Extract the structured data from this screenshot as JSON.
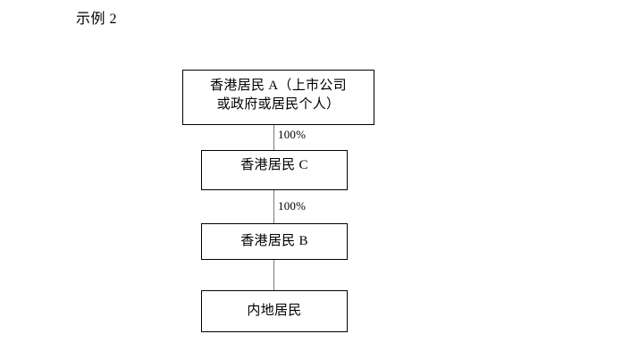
{
  "page": {
    "title": "示例 2",
    "background_color": "#ffffff",
    "text_color": "#000000"
  },
  "diagram": {
    "type": "ownership-chain-flowchart",
    "box_border_color": "#000000",
    "box_fill_color": "#ffffff",
    "connector_color": "#7a7a7a",
    "nodes": [
      {
        "id": "node-a",
        "label": "香港居民 A（上市公司\n或政府或居民个人）",
        "lines": [
          "香港居民 A（上市公司",
          "或政府或居民个人）"
        ]
      },
      {
        "id": "node-c",
        "label": "香港居民 C",
        "lines": [
          "香港居民 C"
        ]
      },
      {
        "id": "node-b",
        "label": "香港居民 B",
        "lines": [
          "香港居民 B"
        ]
      },
      {
        "id": "node-m",
        "label": "内地居民",
        "lines": [
          "内地居民"
        ]
      }
    ],
    "edges": [
      {
        "id": "edge-a-c",
        "from": "node-a",
        "to": "node-c",
        "label": "100%"
      },
      {
        "id": "edge-c-b",
        "from": "node-c",
        "to": "node-b",
        "label": "100%"
      },
      {
        "id": "edge-b-m",
        "from": "node-b",
        "to": "node-m",
        "label": ""
      }
    ]
  }
}
